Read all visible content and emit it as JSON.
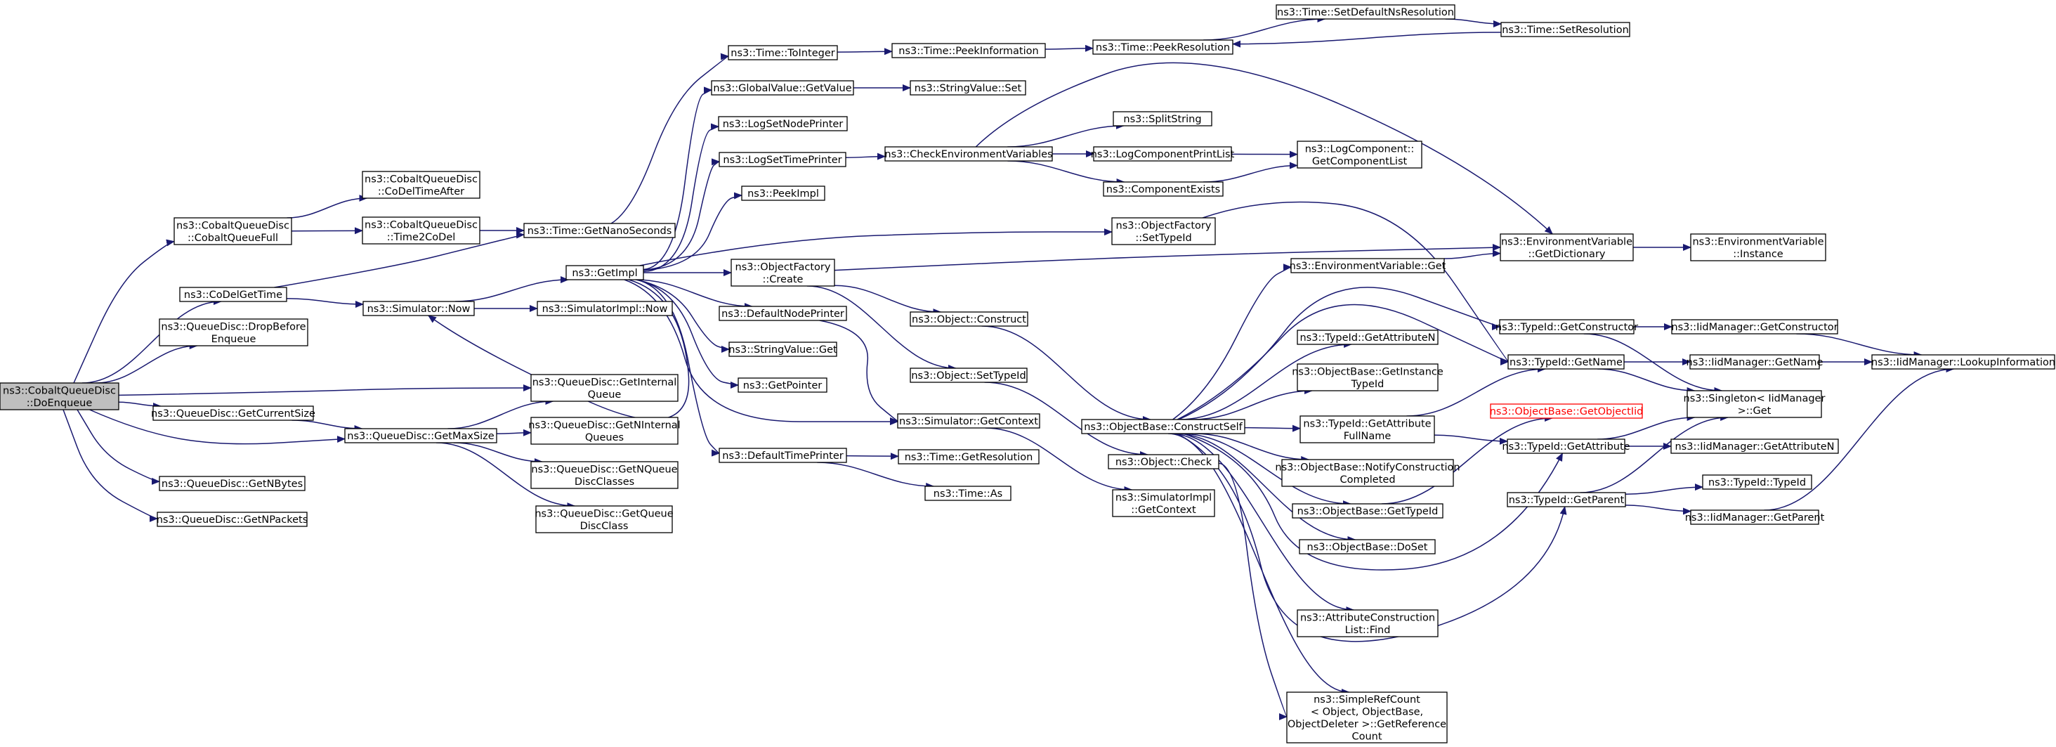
{
  "colors": {
    "edge": "#191970",
    "root_fill": "#bfbfbf",
    "highlight": "#ff0000"
  },
  "nodes": [
    {
      "id": "doenqueue",
      "lines": [
        "ns3::CobaltQueueDisc",
        "::DoEnqueue"
      ]
    },
    {
      "id": "cobaltqueuefull",
      "lines": [
        "ns3::CobaltQueueDisc",
        "::CobaltQueueFull"
      ]
    },
    {
      "id": "codeltimeafter",
      "lines": [
        "ns3::CobaltQueueDisc",
        "::CoDelTimeAfter"
      ]
    },
    {
      "id": "time2codel",
      "lines": [
        "ns3::CobaltQueueDisc",
        "::Time2CoDel"
      ]
    },
    {
      "id": "codelgettime",
      "lines": [
        "ns3::CoDelGetTime"
      ]
    },
    {
      "id": "dropbeforeenqueue",
      "lines": [
        "ns3::QueueDisc::DropBefore",
        "Enqueue"
      ]
    },
    {
      "id": "getcurrentsize",
      "lines": [
        "ns3::QueueDisc::GetCurrentSize"
      ]
    },
    {
      "id": "getnbytes",
      "lines": [
        "ns3::QueueDisc::GetNBytes"
      ]
    },
    {
      "id": "getnpackets",
      "lines": [
        "ns3::QueueDisc::GetNPackets"
      ]
    },
    {
      "id": "getnanoseconds",
      "lines": [
        "ns3::Time::GetNanoSeconds"
      ]
    },
    {
      "id": "simnow",
      "lines": [
        "ns3::Simulator::Now"
      ]
    },
    {
      "id": "getmaxsize",
      "lines": [
        "ns3::QueueDisc::GetMaxSize"
      ]
    },
    {
      "id": "getinternalqueue",
      "lines": [
        "ns3::QueueDisc::GetInternal",
        "Queue"
      ]
    },
    {
      "id": "getninternalqueues",
      "lines": [
        "ns3::QueueDisc::GetNInternal",
        "Queues"
      ]
    },
    {
      "id": "getnqueuediscclasses",
      "lines": [
        "ns3::QueueDisc::GetNQueue",
        "DiscClasses"
      ]
    },
    {
      "id": "getqueuediscclass",
      "lines": [
        "ns3::QueueDisc::GetQueue",
        "DiscClass"
      ]
    },
    {
      "id": "getimpl",
      "lines": [
        "ns3::GetImpl"
      ]
    },
    {
      "id": "simimplnow",
      "lines": [
        "ns3::SimulatorImpl::Now"
      ]
    },
    {
      "id": "tointeger",
      "lines": [
        "ns3::Time::ToInteger"
      ]
    },
    {
      "id": "globalvalueget",
      "lines": [
        "ns3::GlobalValue::GetValue"
      ]
    },
    {
      "id": "logsetnodeprinter",
      "lines": [
        "ns3::LogSetNodePrinter"
      ]
    },
    {
      "id": "logsettimeprinter",
      "lines": [
        "ns3::LogSetTimePrinter"
      ]
    },
    {
      "id": "peekimpl",
      "lines": [
        "ns3::PeekImpl"
      ]
    },
    {
      "id": "objectfactorycreate",
      "lines": [
        "ns3::ObjectFactory",
        "::Create"
      ]
    },
    {
      "id": "defaultnodeprinter",
      "lines": [
        "ns3::DefaultNodePrinter"
      ]
    },
    {
      "id": "stringvalueget",
      "lines": [
        "ns3::StringValue::Get"
      ]
    },
    {
      "id": "getpointer",
      "lines": [
        "ns3::GetPointer"
      ]
    },
    {
      "id": "defaulttimeprinter",
      "lines": [
        "ns3::DefaultTimePrinter"
      ]
    },
    {
      "id": "peekinformation",
      "lines": [
        "ns3::Time::PeekInformation"
      ]
    },
    {
      "id": "stringvalueset",
      "lines": [
        "ns3::StringValue::Set"
      ]
    },
    {
      "id": "checkenv",
      "lines": [
        "ns3::CheckEnvironmentVariables"
      ]
    },
    {
      "id": "objectconstruct",
      "lines": [
        "ns3::Object::Construct"
      ]
    },
    {
      "id": "objectsettypeid",
      "lines": [
        "ns3::Object::SetTypeId"
      ]
    },
    {
      "id": "simgetcontext",
      "lines": [
        "ns3::Simulator::GetContext"
      ]
    },
    {
      "id": "timegetresolution",
      "lines": [
        "ns3::Time::GetResolution"
      ]
    },
    {
      "id": "timeas",
      "lines": [
        "ns3::Time::As"
      ]
    },
    {
      "id": "peekresolution",
      "lines": [
        "ns3::Time::PeekResolution"
      ]
    },
    {
      "id": "splitstring",
      "lines": [
        "ns3::SplitString"
      ]
    },
    {
      "id": "logcomponentprintlist",
      "lines": [
        "ns3::LogComponentPrintList"
      ]
    },
    {
      "id": "componentexists",
      "lines": [
        "ns3::ComponentExists"
      ]
    },
    {
      "id": "objectfactorysettypeid",
      "lines": [
        "ns3::ObjectFactory",
        "::SetTypeId"
      ]
    },
    {
      "id": "constructself",
      "lines": [
        "ns3::ObjectBase::ConstructSelf"
      ]
    },
    {
      "id": "objectcheck",
      "lines": [
        "ns3::Object::Check"
      ]
    },
    {
      "id": "simimplgetcontext",
      "lines": [
        "ns3::SimulatorImpl",
        "::GetContext"
      ]
    },
    {
      "id": "setdefaultnsresolution",
      "lines": [
        "ns3::Time::SetDefaultNsResolution"
      ]
    },
    {
      "id": "setresolution",
      "lines": [
        "ns3::Time::SetResolution"
      ]
    },
    {
      "id": "getcomponentlist",
      "lines": [
        "ns3::LogComponent::",
        "GetComponentList"
      ]
    },
    {
      "id": "envget",
      "lines": [
        "ns3::EnvironmentVariable::Get"
      ]
    },
    {
      "id": "typeidgetattributen",
      "lines": [
        "ns3::TypeId::GetAttributeN"
      ]
    },
    {
      "id": "getinstancetypeid",
      "lines": [
        "ns3::ObjectBase::GetInstance",
        "TypeId"
      ]
    },
    {
      "id": "getattributefullname",
      "lines": [
        "ns3::TypeId::GetAttribute",
        "FullName"
      ]
    },
    {
      "id": "notifyconstructioncompleted",
      "lines": [
        "ns3::ObjectBase::NotifyConstruction",
        "Completed"
      ]
    },
    {
      "id": "objectbasegettypeid",
      "lines": [
        "ns3::ObjectBase::GetTypeId"
      ]
    },
    {
      "id": "objectbasedoset",
      "lines": [
        "ns3::ObjectBase::DoSet"
      ]
    },
    {
      "id": "attributeconstructionlistfind",
      "lines": [
        "ns3::AttributeConstruction",
        "List::Find"
      ]
    },
    {
      "id": "simplerefcount",
      "lines": [
        "ns3::SimpleRefCount",
        "< Object, ObjectBase,",
        "ObjectDeleter >::GetReference",
        "Count"
      ]
    },
    {
      "id": "envgetdictionary",
      "lines": [
        "ns3::EnvironmentVariable",
        "::GetDictionary"
      ]
    },
    {
      "id": "typeidgetconstructor",
      "lines": [
        "ns3::TypeId::GetConstructor"
      ]
    },
    {
      "id": "typeidgetname",
      "lines": [
        "ns3::TypeId::GetName"
      ]
    },
    {
      "id": "getobjectiid",
      "lines": [
        "ns3::ObjectBase::GetObjectIid"
      ],
      "style": "red"
    },
    {
      "id": "typeidgetattribute",
      "lines": [
        "ns3::TypeId::GetAttribute"
      ]
    },
    {
      "id": "typeidgetparent",
      "lines": [
        "ns3::TypeId::GetParent"
      ]
    },
    {
      "id": "envinstance",
      "lines": [
        "ns3::EnvironmentVariable",
        "::Instance"
      ]
    },
    {
      "id": "iidmanagergetconstructor",
      "lines": [
        "ns3::IidManager::GetConstructor"
      ]
    },
    {
      "id": "iidmanagergetname",
      "lines": [
        "ns3::IidManager::GetName"
      ]
    },
    {
      "id": "singletonget",
      "lines": [
        "ns3::Singleton< IidManager",
        ">::Get"
      ]
    },
    {
      "id": "iidmanagergetattributen",
      "lines": [
        "ns3::IidManager::GetAttributeN"
      ]
    },
    {
      "id": "typeidtypeid",
      "lines": [
        "ns3::TypeId::TypeId"
      ]
    },
    {
      "id": "iidmanagergetparent",
      "lines": [
        "ns3::IidManager::GetParent"
      ]
    },
    {
      "id": "lookupinformation",
      "lines": [
        "ns3::IidManager::LookupInformation"
      ]
    }
  ]
}
